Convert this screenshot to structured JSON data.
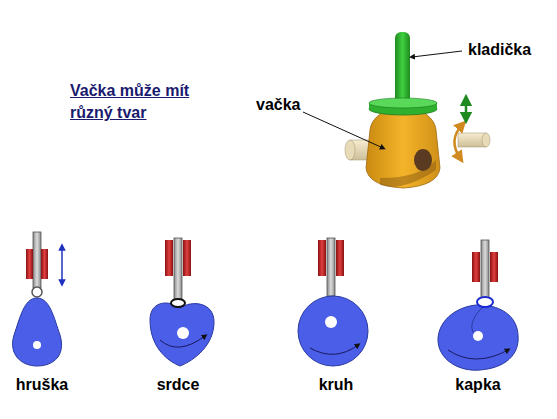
{
  "diagram": {
    "title": "Vačka může mít různý tvar",
    "labels": [
      "kladička",
      "vačka",
      "hruška",
      "srdce",
      "kruh",
      "kapka"
    ]
  }
}
